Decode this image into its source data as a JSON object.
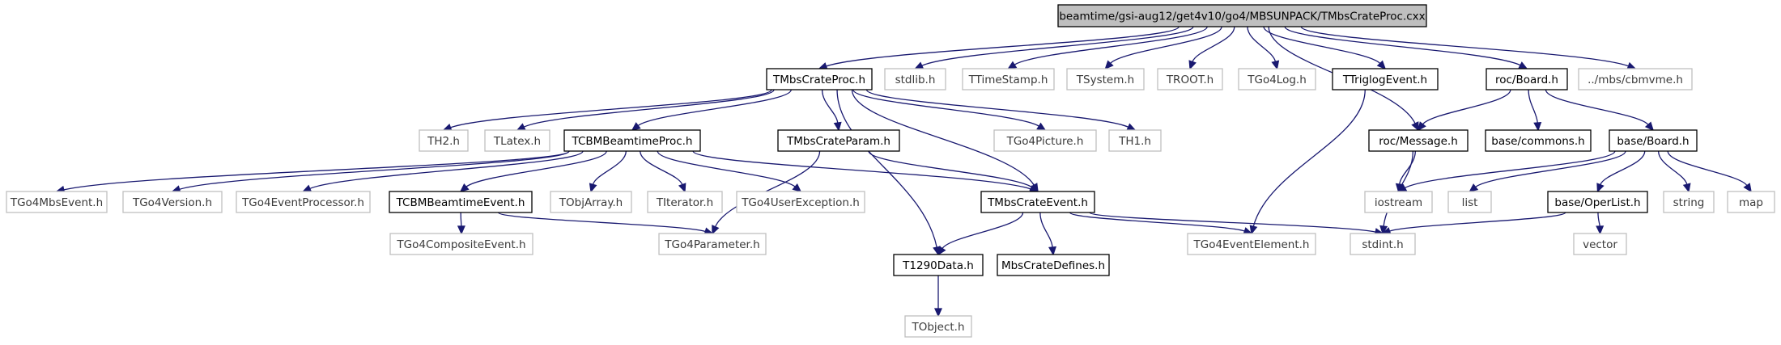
{
  "colors": {
    "edge": "#191970",
    "root_fill": "#bfbfbf",
    "documented_border": "#000000",
    "undocumented_border": "#bfbfbf",
    "undocumented_text": "#3a3a3a",
    "text": "#000000"
  },
  "nodes": [
    {
      "id": "root",
      "label": "beamtime/gsi-aug12/get4v10/go4/MBSUNPACK/TMbsCrateProc.cxx",
      "kind": "root"
    },
    {
      "id": "TMbsCrateProc_h",
      "label": "TMbsCrateProc.h",
      "kind": "documented"
    },
    {
      "id": "stdlib_h",
      "label": "stdlib.h",
      "kind": "external"
    },
    {
      "id": "TTimeStamp_h",
      "label": "TTimeStamp.h",
      "kind": "external"
    },
    {
      "id": "TSystem_h",
      "label": "TSystem.h",
      "kind": "external"
    },
    {
      "id": "TROOT_h",
      "label": "TROOT.h",
      "kind": "external"
    },
    {
      "id": "TGo4Log_h",
      "label": "TGo4Log.h",
      "kind": "external"
    },
    {
      "id": "TTriglogEvent_h",
      "label": "TTriglogEvent.h",
      "kind": "documented"
    },
    {
      "id": "roc_Board_h",
      "label": "roc/Board.h",
      "kind": "documented"
    },
    {
      "id": "mbs_cbmvme_h",
      "label": "../mbs/cbmvme.h",
      "kind": "external"
    },
    {
      "id": "TH2_h",
      "label": "TH2.h",
      "kind": "external"
    },
    {
      "id": "TLatex_h",
      "label": "TLatex.h",
      "kind": "external"
    },
    {
      "id": "TCBMBeamtimeProc_h",
      "label": "TCBMBeamtimeProc.h",
      "kind": "documented"
    },
    {
      "id": "TMbsCrateParam_h",
      "label": "TMbsCrateParam.h",
      "kind": "documented"
    },
    {
      "id": "TGo4Picture_h",
      "label": "TGo4Picture.h",
      "kind": "external"
    },
    {
      "id": "TH1_h",
      "label": "TH1.h",
      "kind": "external"
    },
    {
      "id": "roc_Message_h",
      "label": "roc/Message.h",
      "kind": "documented"
    },
    {
      "id": "base_commons_h",
      "label": "base/commons.h",
      "kind": "documented"
    },
    {
      "id": "base_Board_h",
      "label": "base/Board.h",
      "kind": "documented"
    },
    {
      "id": "TGo4MbsEvent_h",
      "label": "TGo4MbsEvent.h",
      "kind": "external"
    },
    {
      "id": "TGo4Version_h",
      "label": "TGo4Version.h",
      "kind": "external"
    },
    {
      "id": "TGo4EventProcessor_h",
      "label": "TGo4EventProcessor.h",
      "kind": "external"
    },
    {
      "id": "TCBMBeamtimeEvent_h",
      "label": "TCBMBeamtimeEvent.h",
      "kind": "documented"
    },
    {
      "id": "TObjArray_h",
      "label": "TObjArray.h",
      "kind": "external"
    },
    {
      "id": "TIterator_h",
      "label": "TIterator.h",
      "kind": "external"
    },
    {
      "id": "TGo4UserException_h",
      "label": "TGo4UserException.h",
      "kind": "external"
    },
    {
      "id": "TMbsCrateEvent_h",
      "label": "TMbsCrateEvent.h",
      "kind": "documented"
    },
    {
      "id": "iostream",
      "label": "iostream",
      "kind": "external"
    },
    {
      "id": "list",
      "label": "list",
      "kind": "external"
    },
    {
      "id": "base_OperList_h",
      "label": "base/OperList.h",
      "kind": "documented"
    },
    {
      "id": "string",
      "label": "string",
      "kind": "external"
    },
    {
      "id": "map",
      "label": "map",
      "kind": "external"
    },
    {
      "id": "TGo4CompositeEvent_h",
      "label": "TGo4CompositeEvent.h",
      "kind": "external"
    },
    {
      "id": "TGo4Parameter_h",
      "label": "TGo4Parameter.h",
      "kind": "external"
    },
    {
      "id": "T1290Data_h",
      "label": "T1290Data.h",
      "kind": "documented"
    },
    {
      "id": "MbsCrateDefines_h",
      "label": "MbsCrateDefines.h",
      "kind": "documented"
    },
    {
      "id": "TGo4EventElement_h",
      "label": "TGo4EventElement.h",
      "kind": "external"
    },
    {
      "id": "stdint_h",
      "label": "stdint.h",
      "kind": "external"
    },
    {
      "id": "vector",
      "label": "vector",
      "kind": "external"
    },
    {
      "id": "TObject_h",
      "label": "TObject.h",
      "kind": "external"
    }
  ],
  "edges": [
    [
      "root",
      "TMbsCrateProc_h"
    ],
    [
      "root",
      "stdlib_h"
    ],
    [
      "root",
      "TTimeStamp_h"
    ],
    [
      "root",
      "TSystem_h"
    ],
    [
      "root",
      "TROOT_h"
    ],
    [
      "root",
      "TGo4Log_h"
    ],
    [
      "root",
      "TTriglogEvent_h"
    ],
    [
      "root",
      "roc_Board_h"
    ],
    [
      "root",
      "roc_Message_h"
    ],
    [
      "root",
      "mbs_cbmvme_h"
    ],
    [
      "TMbsCrateProc_h",
      "TH2_h"
    ],
    [
      "TMbsCrateProc_h",
      "TLatex_h"
    ],
    [
      "TMbsCrateProc_h",
      "TCBMBeamtimeProc_h"
    ],
    [
      "TMbsCrateProc_h",
      "TMbsCrateParam_h"
    ],
    [
      "TMbsCrateProc_h",
      "TGo4Picture_h"
    ],
    [
      "TMbsCrateProc_h",
      "TH1_h"
    ],
    [
      "TMbsCrateProc_h",
      "TMbsCrateEvent_h"
    ],
    [
      "TMbsCrateProc_h",
      "T1290Data_h"
    ],
    [
      "TCBMBeamtimeProc_h",
      "TGo4MbsEvent_h"
    ],
    [
      "TCBMBeamtimeProc_h",
      "TGo4Version_h"
    ],
    [
      "TCBMBeamtimeProc_h",
      "TGo4EventProcessor_h"
    ],
    [
      "TCBMBeamtimeProc_h",
      "TCBMBeamtimeEvent_h"
    ],
    [
      "TCBMBeamtimeProc_h",
      "TObjArray_h"
    ],
    [
      "TCBMBeamtimeProc_h",
      "TIterator_h"
    ],
    [
      "TCBMBeamtimeProc_h",
      "TGo4UserException_h"
    ],
    [
      "TCBMBeamtimeProc_h",
      "TMbsCrateEvent_h"
    ],
    [
      "TMbsCrateParam_h",
      "TMbsCrateEvent_h"
    ],
    [
      "TMbsCrateParam_h",
      "TGo4Parameter_h"
    ],
    [
      "TCBMBeamtimeEvent_h",
      "TGo4CompositeEvent_h"
    ],
    [
      "TCBMBeamtimeEvent_h",
      "TGo4Parameter_h"
    ],
    [
      "TMbsCrateEvent_h",
      "T1290Data_h"
    ],
    [
      "TMbsCrateEvent_h",
      "MbsCrateDefines_h"
    ],
    [
      "TMbsCrateEvent_h",
      "TGo4EventElement_h"
    ],
    [
      "TMbsCrateEvent_h",
      "stdint_h"
    ],
    [
      "T1290Data_h",
      "TObject_h"
    ],
    [
      "TTriglogEvent_h",
      "TGo4EventElement_h"
    ],
    [
      "roc_Board_h",
      "roc_Message_h"
    ],
    [
      "roc_Board_h",
      "base_commons_h"
    ],
    [
      "roc_Board_h",
      "base_Board_h"
    ],
    [
      "roc_Message_h",
      "iostream"
    ],
    [
      "roc_Message_h",
      "stdint_h"
    ],
    [
      "base_Board_h",
      "iostream"
    ],
    [
      "base_Board_h",
      "list"
    ],
    [
      "base_Board_h",
      "base_OperList_h"
    ],
    [
      "base_Board_h",
      "string"
    ],
    [
      "base_Board_h",
      "map"
    ],
    [
      "base_OperList_h",
      "stdint_h"
    ],
    [
      "base_OperList_h",
      "vector"
    ]
  ]
}
